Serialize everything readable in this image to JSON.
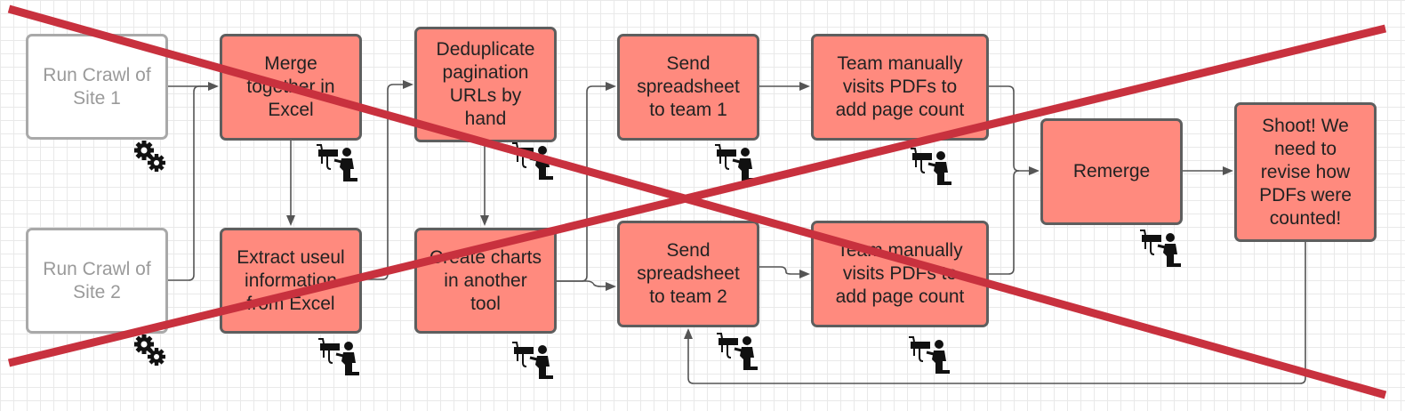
{
  "diagram": {
    "title": "",
    "nodes": [
      {
        "id": "crawl1",
        "label": "Run Crawl of\nSite 1",
        "kind": "automated",
        "icon": "gears-icon"
      },
      {
        "id": "crawl2",
        "label": "Run Crawl of\nSite 2",
        "kind": "automated",
        "icon": "gears-icon"
      },
      {
        "id": "merge",
        "label": "Merge\ntogether in\nExcel",
        "kind": "manual",
        "icon": "manual-worker-icon"
      },
      {
        "id": "extract",
        "label": "Extract useul\ninformation\nfrom Excel",
        "kind": "manual",
        "icon": "manual-worker-icon"
      },
      {
        "id": "dedupe",
        "label": "Deduplicate\npagination\nURLs by\nhand",
        "kind": "manual",
        "icon": "manual-worker-icon"
      },
      {
        "id": "charts",
        "label": "Create charts\nin another\ntool",
        "kind": "manual",
        "icon": "manual-worker-icon"
      },
      {
        "id": "send1",
        "label": "Send\nspreadsheet\nto team 1",
        "kind": "manual",
        "icon": "manual-worker-icon"
      },
      {
        "id": "send2",
        "label": "Send\nspreadsheet\nto team 2",
        "kind": "manual",
        "icon": "manual-worker-icon"
      },
      {
        "id": "visit1",
        "label": "Team manually\nvisits PDFs to\nadd page count",
        "kind": "manual",
        "icon": "manual-worker-icon"
      },
      {
        "id": "visit2",
        "label": "Team manually\nvisits PDFs to\nadd page count",
        "kind": "manual",
        "icon": "manual-worker-icon"
      },
      {
        "id": "remerge",
        "label": "Remerge",
        "kind": "manual",
        "icon": "manual-worker-icon"
      },
      {
        "id": "shoot",
        "label": "Shoot! We\nneed to\nrevise how\nPDFs were\ncounted!",
        "kind": "manual",
        "icon": ""
      }
    ],
    "edges": [
      {
        "from": "crawl1",
        "to": "merge"
      },
      {
        "from": "crawl2",
        "to": "merge"
      },
      {
        "from": "merge",
        "to": "extract"
      },
      {
        "from": "extract",
        "to": "dedupe"
      },
      {
        "from": "dedupe",
        "to": "charts"
      },
      {
        "from": "charts",
        "to": "send1"
      },
      {
        "from": "charts",
        "to": "send2"
      },
      {
        "from": "send1",
        "to": "visit1"
      },
      {
        "from": "send2",
        "to": "visit2"
      },
      {
        "from": "visit1",
        "to": "remerge"
      },
      {
        "from": "visit2",
        "to": "remerge"
      },
      {
        "from": "remerge",
        "to": "shoot"
      },
      {
        "from": "shoot",
        "to": "send2"
      }
    ],
    "colors": {
      "manual_fill": "#ff8a7e",
      "manual_border": "#5e5e5e",
      "automated_fill": "#ffffff",
      "automated_border": "#a9a9a9",
      "automated_text": "#9a9a9a",
      "edge": "#555555",
      "cross_out": "#c8313e",
      "grid": "#e9e9e9"
    },
    "crossed_out": true
  }
}
